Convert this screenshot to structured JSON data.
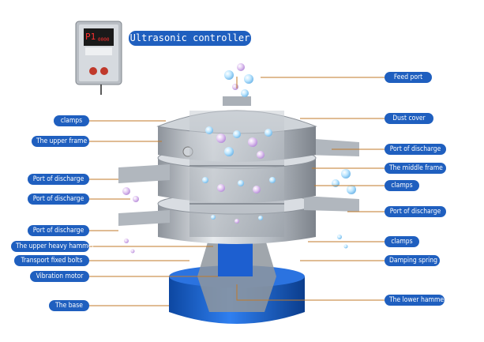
{
  "controller": {
    "title": "Ultrasonic controller",
    "display_text": "P1",
    "digits": "0000"
  },
  "labels": {
    "feed_port": "Feed port",
    "dust_cover": "Dust cover",
    "clamps_top": "clamps",
    "upper_frame": "The upper frame",
    "port_discharge_r1": "Port of discharge",
    "middle_frame": "The middle frame",
    "port_discharge_l1": "Port of discharge",
    "clamps_mid": "clamps",
    "port_discharge_l2": "Port of discharge",
    "port_discharge_r2": "Port of discharge",
    "port_discharge_l3": "Port of discharge",
    "upper_heavy_hammer": "The upper heavy hammer",
    "clamps_low": "clamps",
    "transport_bolts": "Transport fixed bolts",
    "damping_spring": "Damping spring",
    "vibration_motor": "Vibration motor",
    "the_base": "The base",
    "lower_hammer": "The lower hammer"
  },
  "colors": {
    "label_bg": "#1f5fbf",
    "base_blue": "#1565d8",
    "frame_grey": "#a8aeb6",
    "leader_line": "#c07a2a"
  }
}
